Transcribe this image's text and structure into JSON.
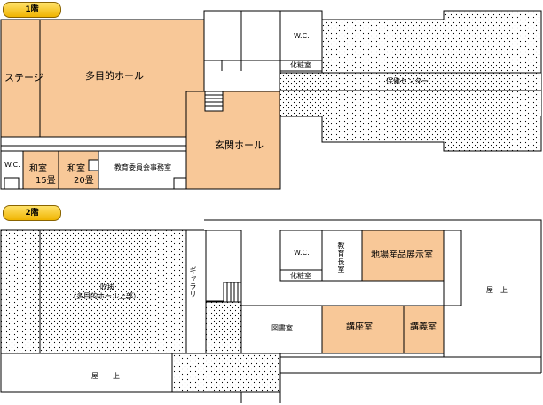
{
  "floors": [
    {
      "label": "1階",
      "rooms": {
        "stage": "ステージ",
        "multipurpose": "多目的ホール",
        "entrance": "玄関ホール",
        "wc": "W.C.",
        "powder": "化粧室",
        "health_center": "保健センター",
        "wc_small": "W.C.",
        "japanese_15": "和室",
        "japanese_15_size": "15畳",
        "japanese_20": "和室",
        "japanese_20_size": "20畳",
        "board_office": "教育委員会事務室"
      }
    },
    {
      "label": "2階",
      "rooms": {
        "atrium": "吹抜",
        "atrium_note": "（多目的ホール上部）",
        "gallery": "ギャラリー",
        "wc": "W.C.",
        "powder": "化粧室",
        "superintendent": "教育長室",
        "exhibition": "地場産品展示室",
        "roof_right": "屋　上",
        "library": "図書室",
        "lecture": "講座室",
        "seminar": "講義室",
        "roof_left": "屋　　上"
      }
    }
  ],
  "colors": {
    "highlight": "#f8c898",
    "outline": "#000000",
    "hatch_dot": "#000000"
  }
}
